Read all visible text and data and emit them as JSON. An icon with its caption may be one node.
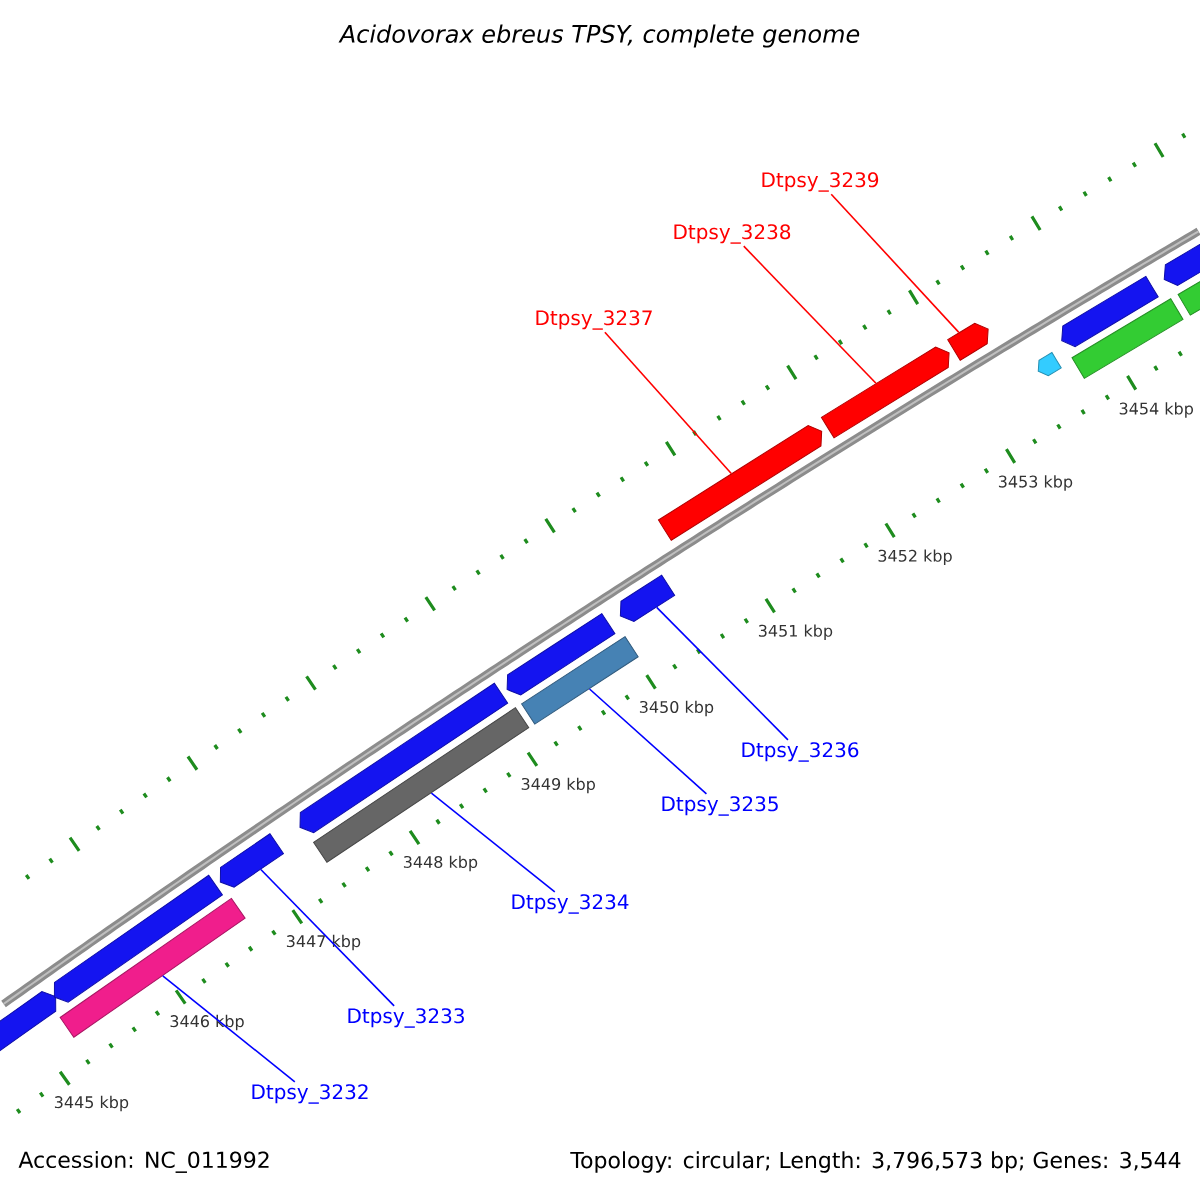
{
  "diagram": {
    "title": "Acidovorax ebreus TPSY, complete genome",
    "nodes": [
      {
        "text": [
          "Dtpsy_3232"
        ]
      },
      {
        "text": [
          "Dtpsy_3233"
        ]
      },
      {
        "text": [
          "Dtpsy_3234"
        ]
      },
      {
        "text": [
          "Dtpsy_3235"
        ]
      },
      {
        "text": [
          "Dtpsy_3236"
        ]
      },
      {
        "text": [
          "Dtpsy_3237"
        ]
      },
      {
        "text": [
          "Dtpsy_3238"
        ]
      },
      {
        "text": [
          "Dtpsy_3239"
        ]
      },
      {
        "text": [],
        "shape": "pentagon"
      },
      {
        "text": [],
        "shape": "pentagon"
      },
      {
        "text": [],
        "shape": "bar"
      },
      {
        "text": [],
        "shape": "pentagon"
      },
      {
        "text": [],
        "shape": "bar"
      },
      {
        "text": [],
        "shape": "pentagon"
      },
      {
        "text": [],
        "shape": "pentagon"
      },
      {
        "text": [],
        "shape": "bar"
      },
      {
        "text": [],
        "shape": "pentagon"
      },
      {
        "text": [],
        "shape": "pentagon"
      },
      {
        "text": [],
        "shape": "pentagon"
      },
      {
        "text": [],
        "shape": "pentagon"
      },
      {
        "text": [],
        "shape": "pentagon"
      },
      {
        "text": [],
        "shape": "pentagon"
      },
      {
        "text": [],
        "shape": "bar"
      },
      {
        "text": [],
        "shape": "pentagon"
      },
      {
        "text": [],
        "shape": "bar"
      }
    ],
    "edges": [
      {
        "from": 0,
        "to": 10,
        "arrow": "none"
      },
      {
        "from": 1,
        "to": 11,
        "arrow": "none"
      },
      {
        "from": 2,
        "to": 12,
        "arrow": "none"
      },
      {
        "from": 3,
        "to": 15,
        "arrow": "none"
      },
      {
        "from": 4,
        "to": 16,
        "arrow": "none"
      },
      {
        "from": 5,
        "to": 17,
        "arrow": "none",
        "color": "#ff0000"
      },
      {
        "from": 6,
        "to": 18,
        "arrow": "none",
        "color": "#ff0000"
      },
      {
        "from": 7,
        "to": 19,
        "arrow": "none",
        "color": "#ff0000"
      }
    ],
    "labels": [
      "3445 kbp",
      "3446 kbp",
      "3447 kbp",
      "3448 kbp",
      "3449 kbp",
      "3450 kbp",
      "3451 kbp",
      "3452 kbp",
      "3453 kbp",
      "3454 kbp",
      "Accession: NC_011992",
      "Topology: circular; Length: 3,796,573 bp; Genes: 3,544"
    ]
  }
}
